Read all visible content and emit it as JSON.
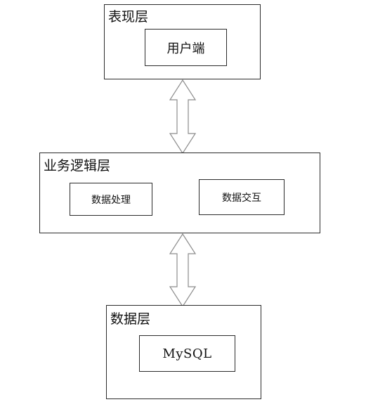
{
  "presentation_layer": {
    "title": "表现层",
    "components": [
      "用户端"
    ]
  },
  "business_layer": {
    "title": "业务逻辑层",
    "components": [
      "数据处理",
      "数据交互"
    ]
  },
  "data_layer": {
    "title": "数据层",
    "components": [
      "MySQL"
    ]
  },
  "colors": {
    "border": "#2b2b2b",
    "arrow_fill": "#ffffff",
    "arrow_stroke": "#8c8c8c"
  }
}
